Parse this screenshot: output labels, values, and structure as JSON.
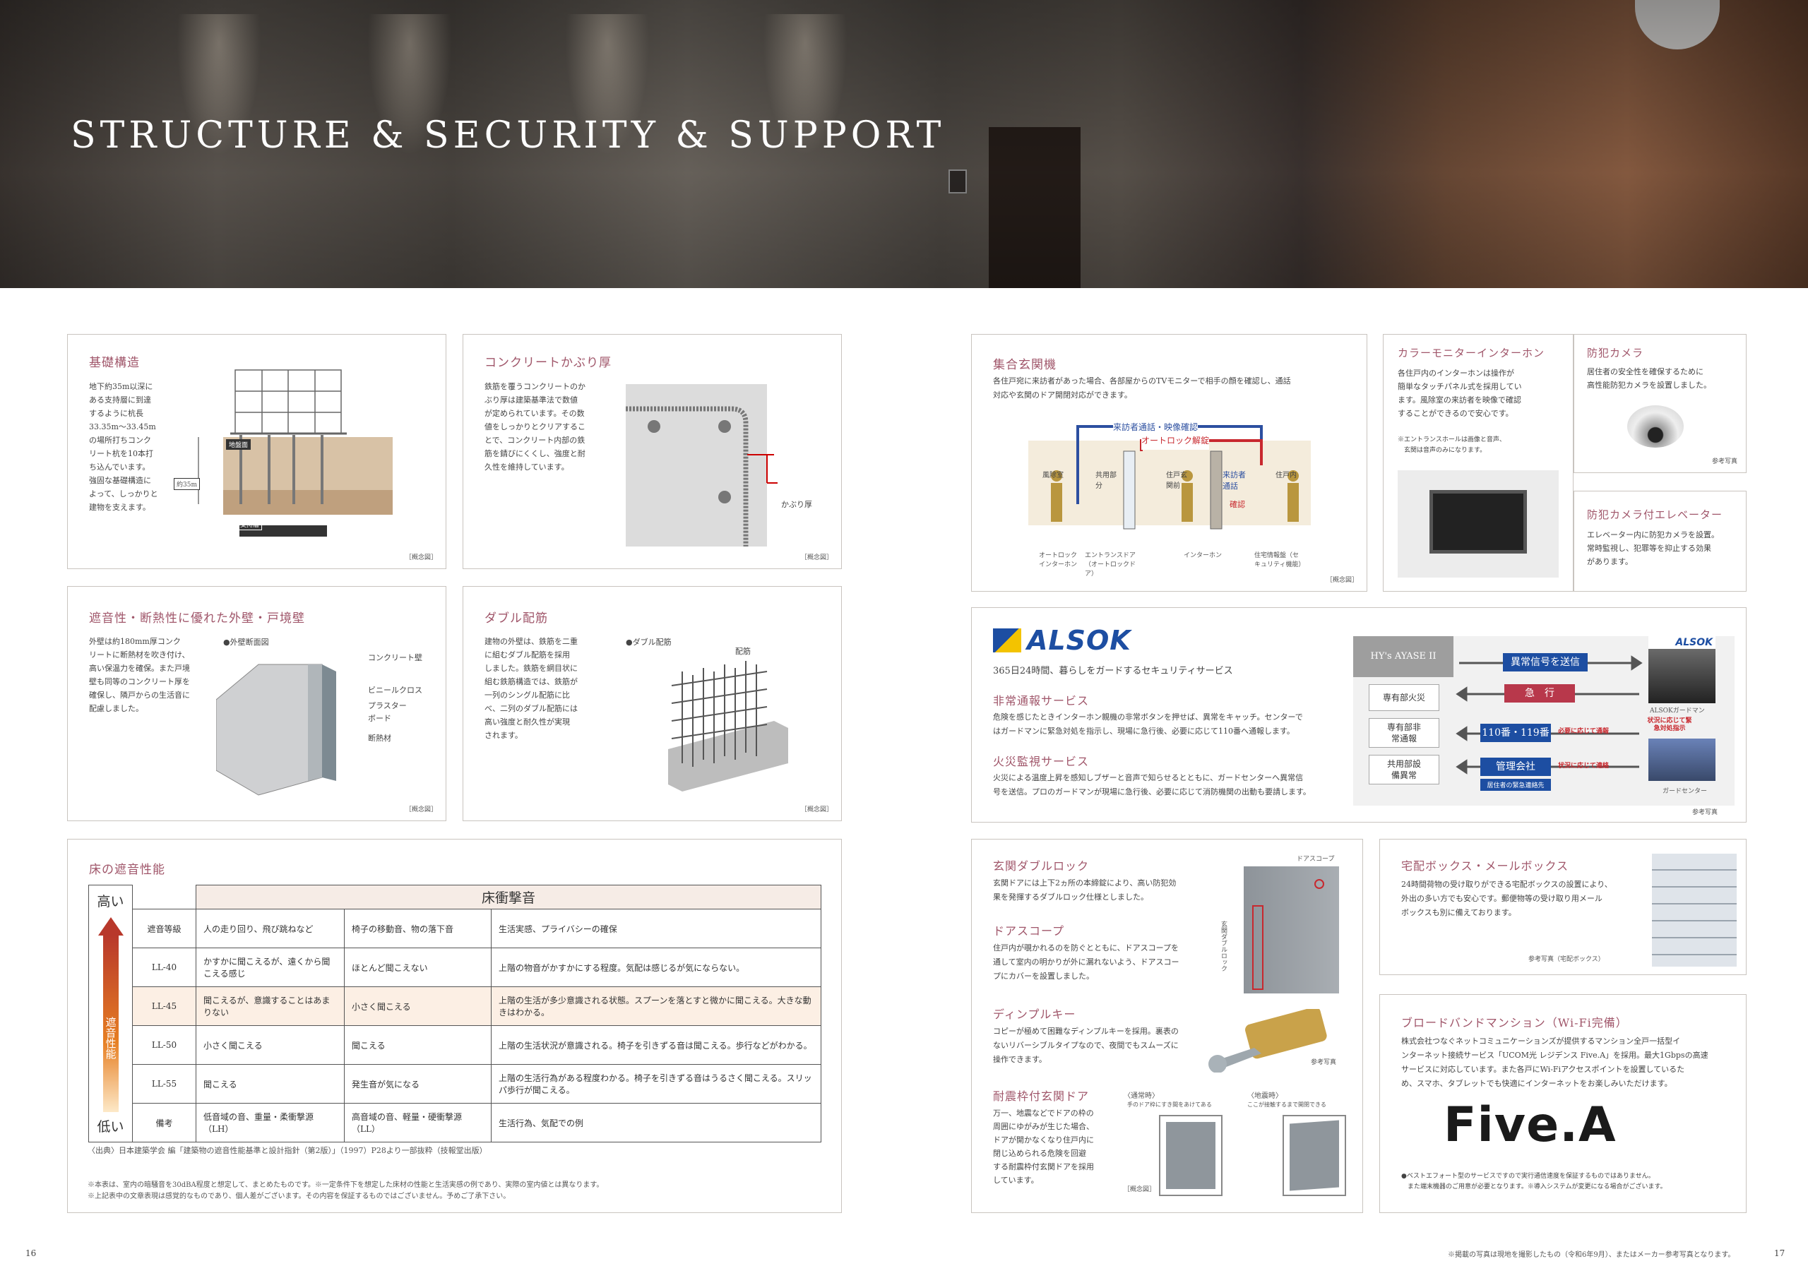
{
  "hero": {
    "title": "STRUCTURE & SECURITY & SUPPORT"
  },
  "foundation": {
    "title": "基礎構造",
    "body": [
      "地下約35m以深に",
      "ある支持層に到達",
      "するように杭長",
      "33.35m～33.45m",
      "の場所打ちコンク",
      "リート杭を10本打",
      "ち込んでいます。",
      "強固な基礎構造に",
      "よって、しっかりと",
      "建物を支えます。"
    ],
    "lbl_ground": "地盤面",
    "lbl_depth": "約35m",
    "lbl_layer": "支持層",
    "lbl_piles": "現成鋼管杭10本",
    "cap": "［概念図］"
  },
  "concrete": {
    "title": "コンクリートかぶり厚",
    "body": [
      "鉄筋を覆うコンクリートのか",
      "ぶり厚は建築基準法で数値",
      "が定められています。その数",
      "値をしっかりとクリアするこ",
      "とで、コンクリート内部の鉄",
      "筋を錆びにくくし、強度と耐",
      "久性を維持しています。"
    ],
    "lbl_cover": "かぶり厚",
    "cap": "［概念図］"
  },
  "wall": {
    "title": "遮音性・断熱性に優れた外壁・戸境壁",
    "body": [
      "外壁は約180mm厚コンク",
      "リートに断熱材を吹き付け、",
      "高い保温力を確保。また戸境",
      "壁も同等のコンクリート厚を",
      "確保し、隣戸からの生活音に",
      "配慮しました。"
    ],
    "fig": "●外壁断面図",
    "labels": [
      "コンクリート壁",
      "ビニールクロス",
      "プラスター",
      "ボード",
      "断熱材"
    ],
    "cap": "［概念図］"
  },
  "double": {
    "title": "ダブル配筋",
    "body": [
      "建物の外壁は、鉄筋を二重",
      "に組むダブル配筋を採用",
      "しました。鉄筋を網目状に",
      "組む鉄筋構造では、鉄筋が",
      "一列のシングル配筋に比",
      "べ、二列のダブル配筋には",
      "高い強度と耐久性が実現",
      "されます。"
    ],
    "fig": "●ダブル配筋",
    "lbl": "配筋",
    "cap": "［概念図］"
  },
  "floor": {
    "title": "床の遮音性能",
    "header": "床衝撃音",
    "high": "高い",
    "low": "低い",
    "axis": "遮音性能",
    "rows": [
      [
        "遮音等級",
        "人の走り回り、飛び跳ねなど",
        "椅子の移動音、物の落下音",
        "生活実感、プライバシーの確保"
      ],
      [
        "LL-40",
        "かすかに聞こえるが、遠くから聞こえる感じ",
        "ほとんど聞こえない",
        "上階の物音がかすかにする程度。気配は感じるが気にならない。"
      ],
      [
        "LL-45",
        "聞こえるが、意識することはあまりない",
        "小さく聞こえる",
        "上階の生活が多少意識される状態。スプーンを落とすと微かに聞こえる。大きな動きはわかる。"
      ],
      [
        "LL-50",
        "小さく聞こえる",
        "聞こえる",
        "上階の生活状況が意識される。椅子を引きずる音は聞こえる。歩行などがわかる。"
      ],
      [
        "LL-55",
        "聞こえる",
        "発生音が気になる",
        "上階の生活行為がある程度わかる。椅子を引きずる音はうるさく聞こえる。スリッパ歩行が聞こえる。"
      ],
      [
        "備考",
        "低音域の音、重量・柔衝撃源（LH）",
        "高音域の音、軽量・硬衝撃源（LL）",
        "生活行為、気配での例"
      ]
    ],
    "source": "〈出典〉日本建築学会 編「建築物の遮音性能基準と設計指針（第2版）」（1997）P28より一部抜粋（技報堂出版）",
    "notes": [
      "※本表は、室内の暗騒音を30dBA程度と想定して、まとめたものです。※一定条件下を想定した床材の性能と生活実感の例であり、実際の室内値とは異なります。",
      "※上記表中の文章表現は感覚的なものであり、個人差がございます。その内容を保証するものではございません。予めご了承下さい。"
    ]
  },
  "entrance": {
    "title": "集合玄関機",
    "body": [
      "各住戸宛に来訪者があった場合、各部屋からのTVモニターで相手の顔を確認し、通話",
      "対応や玄関のドア開閉対応ができます。"
    ],
    "d_visit": "来訪者通話・映像確認",
    "d_lock": "オートロック解錠",
    "d_wind": "風除室",
    "d_common": "共用部分",
    "d_door": "住戸玄関前",
    "d_confirm": "来訪者通話",
    "d_check": "確認",
    "d_inside": "住戸内",
    "d_cap1": "オートロックインターホン",
    "d_cap2": "エントランスドア（オートロックドア）",
    "d_cap3": "インターホン",
    "d_cap4": "住宅情報盤（セキュリティ機能）",
    "cap": "［概念図］"
  },
  "monitor": {
    "title": "カラーモニターインターホン",
    "body": [
      "各住戸内のインターホンは操作が",
      "簡単なタッチパネル式を採用してい",
      "ます。風除室の来訪者を映像で確認",
      "することができるので安心です。"
    ],
    "note": [
      "※エントランスホールは画像と音声、",
      "　玄関は音声のみになります。"
    ]
  },
  "camera": {
    "title": "防犯カメラ",
    "body": [
      "居住者の安全性を確保するために",
      "高性能防犯カメラを設置しました。"
    ],
    "cap": "参考写真"
  },
  "elevator": {
    "title": "防犯カメラ付エレベーター",
    "body": [
      "エレベーター内に防犯カメラを設置。",
      "常時監視し、犯罪等を抑止する効果",
      "があります。"
    ]
  },
  "alsok": {
    "logo": "ALSOK",
    "tagline": "365日24時間、暮らしをガードするセキュリティサービス",
    "s1": "非常通報サービス",
    "s1body": [
      "危険を感じたときインターホン親機の非常ボタンを押せば、異常をキャッチ。センターで",
      "はガードマンに緊急対処を指示し、現場に急行後、必要に応じて110番へ通報します。"
    ],
    "s2": "火災監視サービス",
    "s2body": [
      "火災による温度上昇を感知しブザーと音声で知らせるとともに、ガードセンターへ異常信",
      "号を送信。プロのガードマンが現場に急行後、必要に応じて消防機関の出動も要請します。"
    ],
    "bldg": "HY's AYASE II",
    "b1": "専有部火災",
    "b2": "専有部非常通報",
    "b3": "共用部設備異常",
    "p1": "異常信号を送信",
    "p2": "急　行",
    "p3": "110番・119番",
    "p4": "管理会社",
    "p4sub": "居住者の緊急連絡先",
    "r1": "必要に応じて通報",
    "r2": "状況に応じて連絡",
    "r3": "状況に応じて緊急対処指示",
    "g1": "ALSOKガードマン",
    "g2": "ガードセンター",
    "cap": "参考写真"
  },
  "door": {
    "t1": "玄関ダブルロック",
    "b1": [
      "玄関ドアには上下2ヵ所の本締錠により、高い防犯効",
      "果を発揮するダブルロック仕様としました。"
    ],
    "t2": "ドアスコープ",
    "b2": [
      "住戸内が覗かれるのを防ぐとともに、ドアスコープを",
      "通して室内の明かりが外に漏れないよう、ドアスコー",
      "プにカバーを設置しました。"
    ],
    "t3": "ディンプルキー",
    "b3": [
      "コピーが極めて困難なディンプルキーを採用。裏表の",
      "ないリバーシブルタイプなので、夜間でもスムーズに",
      "操作できます。"
    ],
    "t4": "耐震枠付玄関ドア",
    "b4": [
      "万一、地震などでドアの枠の",
      "周囲にゆがみが生じた場合、",
      "ドアが開かなくなり住戸内に",
      "閉じ込められる危険を回避",
      "する耐震枠付玄関ドアを採用",
      "しています。"
    ],
    "lbl_scope": "ドアスコープ",
    "lbl_lock": "玄関ダブルロック",
    "cap_key": "参考写真",
    "normal": "〈通常時〉",
    "normal_sub": "手のドア枠にすき間をあけてある",
    "quake": "〈地震時〉",
    "quake_sub": "ここが接触するまで開閉できる",
    "cap": "［概念図］"
  },
  "delivery": {
    "title": "宅配ボックス・メールボックス",
    "body": [
      "24時間荷物の受け取りができる宅配ボックスの設置により、",
      "外出の多い方でも安心です。郵便物等の受け取り用メール",
      "ボックスも別に備えております。"
    ],
    "cap": "参考写真（宅配ボックス）"
  },
  "wifi": {
    "title": "ブロードバンドマンション（Wi-Fi完備）",
    "body": [
      "株式会社つなぐネットコミュニケーションズが提供するマンション全戸一括型イ",
      "ンターネット接続サービス「UCOM光 レジデンス Five.A」を採用。最大1Gbpsの高速",
      "サービスに対応しています。また各戸にWi-Fiアクセスポイントを設置しているた",
      "め、スマホ、タブレットでも快適にインターネットをお楽しみいただけます。"
    ],
    "logo": "Five.A",
    "note": [
      "●ベストエフォート型のサービスですので実行通信速度を保証するものではありません。",
      "　また端末機器のご用意が必要となります。※導入システムが変更になる場合がございます。"
    ]
  },
  "footer": {
    "left_page": "16",
    "right_page": "17",
    "note": "※掲載の写真は現地を撮影したもの（令和6年9月）、またはメーカー参考写真となります。"
  }
}
